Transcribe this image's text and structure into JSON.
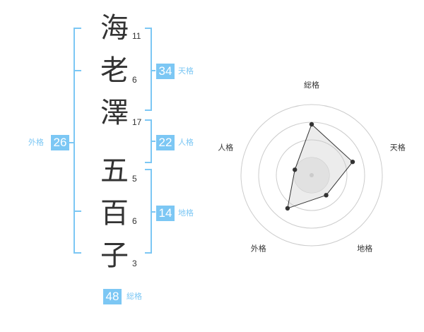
{
  "characters": [
    {
      "char": "海",
      "strokes": "11"
    },
    {
      "char": "老",
      "strokes": "6"
    },
    {
      "char": "澤",
      "strokes": "17"
    },
    {
      "char": "五",
      "strokes": "5"
    },
    {
      "char": "百",
      "strokes": "6"
    },
    {
      "char": "子",
      "strokes": "3"
    }
  ],
  "fortune": {
    "tenkaku": {
      "label": "天格",
      "value": "34"
    },
    "jinkaku": {
      "label": "人格",
      "value": "22"
    },
    "chikaku": {
      "label": "地格",
      "value": "14"
    },
    "gaikaku": {
      "label": "外格",
      "value": "26"
    },
    "soukaku": {
      "label": "総格",
      "value": "48"
    }
  },
  "colors": {
    "accent": "#7cc7f4",
    "text": "#333333",
    "ring": "#cccccc"
  },
  "chart_data": {
    "type": "radar",
    "axes": [
      "総格",
      "天格",
      "地格",
      "外格",
      "人格"
    ],
    "values": [
      0.72,
      0.61,
      0.35,
      0.58,
      0.25
    ],
    "rings": 4,
    "max": 1
  }
}
